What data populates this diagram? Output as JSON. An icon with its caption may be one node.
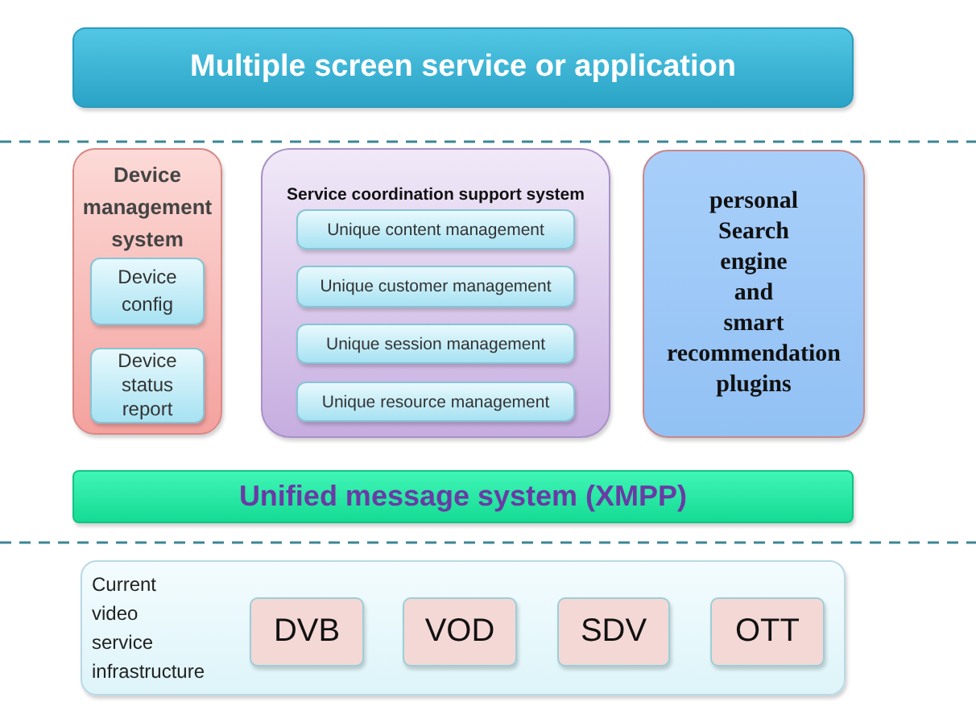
{
  "diagram": {
    "nodes": [
      {
        "text": [
          "Multiple screen service or application"
        ]
      },
      {
        "text": [
          "Device management system"
        ]
      },
      {
        "text": [
          "Device config"
        ],
        "in": 1
      },
      {
        "text": [
          "Device status report"
        ],
        "in": 1
      },
      {
        "text": [
          "Service coordination support system"
        ]
      },
      {
        "text": [
          "Unique content management"
        ],
        "in": 4
      },
      {
        "text": [
          "Unique customer management"
        ],
        "in": 4
      },
      {
        "text": [
          "Unique session management"
        ],
        "in": 4
      },
      {
        "text": [
          "Unique resource management"
        ],
        "in": 4
      },
      {
        "text": [
          "personal Search engine and smart recommendation plugins"
        ]
      },
      {
        "text": [
          "Unified message system (XMPP)"
        ]
      },
      {
        "text": [
          "Current video service infrastructure"
        ]
      },
      {
        "text": [
          "DVB"
        ],
        "in": 11
      },
      {
        "text": [
          "VOD"
        ],
        "in": 11
      },
      {
        "text": [
          "SDV"
        ],
        "in": 11
      },
      {
        "text": [
          "OTT"
        ],
        "in": 11
      }
    ]
  }
}
